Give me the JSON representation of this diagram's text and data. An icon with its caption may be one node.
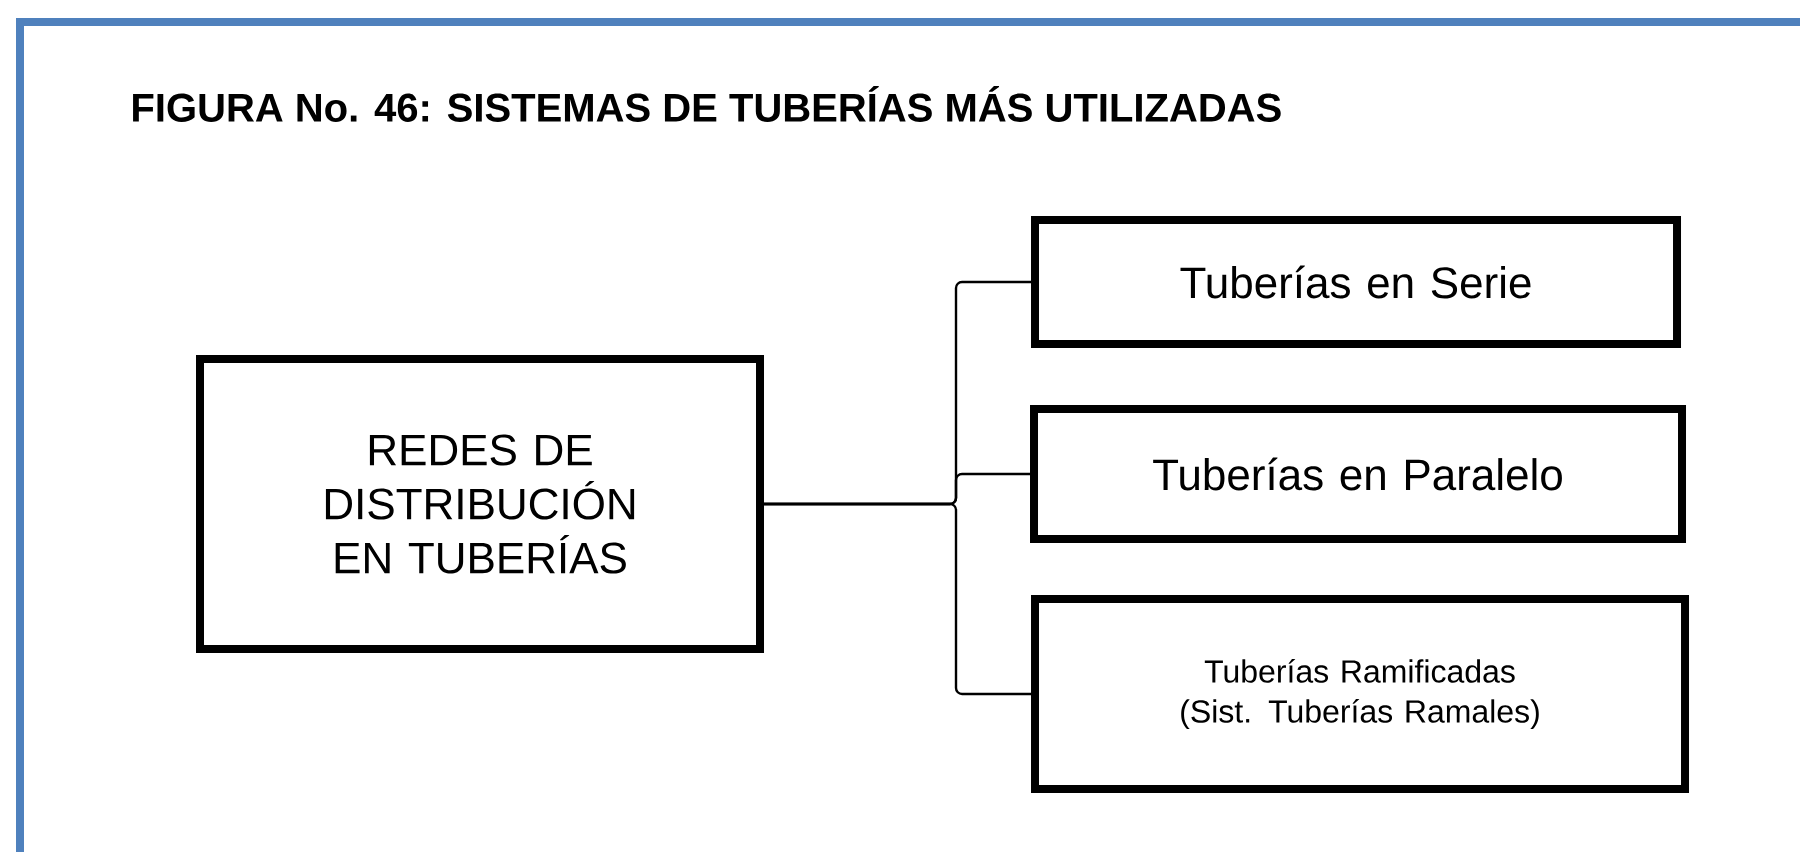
{
  "diagram": {
    "title": "FIGURA No. 46: SISTEMAS DE TUBERÍAS MÁS UTILIZADAS",
    "nodes": [
      {
        "text": [
          "REDES DE DISTRIBUCIÓN EN TUBERÍAS"
        ]
      },
      {
        "text": [
          "Tuberías en Serie"
        ]
      },
      {
        "text": [
          "Tuberías en Paralelo"
        ]
      },
      {
        "text": [
          "Tuberías Ramificadas (Sist. Tuberías Ramales)"
        ]
      }
    ],
    "edges": [
      {
        "from": 0,
        "to": 1,
        "arrow": "none"
      },
      {
        "from": 0,
        "to": 2,
        "arrow": "none"
      },
      {
        "from": 0,
        "to": 3,
        "arrow": "none"
      }
    ]
  }
}
